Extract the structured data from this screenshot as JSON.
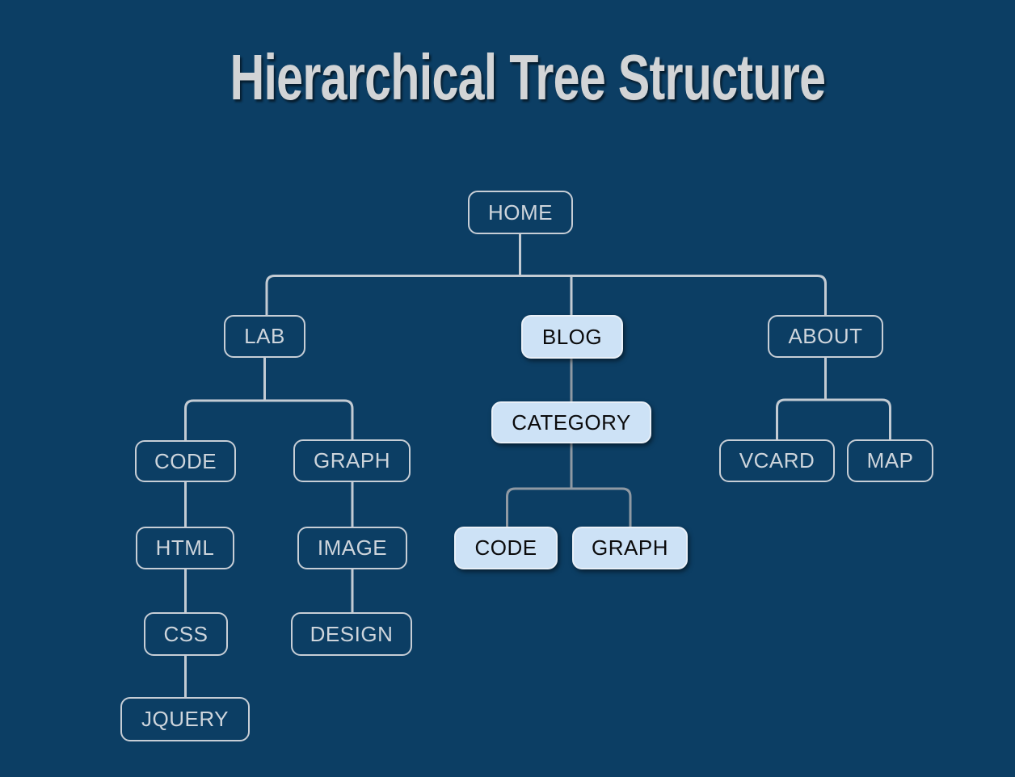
{
  "title": "Hierarchical Tree Structure",
  "colors": {
    "background": "#0c3e64",
    "title_text": "#d2d4d6",
    "node_border": "#c7ced6",
    "node_text": "#ced5dc",
    "highlight_node_fill": "#cde2f6",
    "highlight_node_text": "#0b0b0c",
    "connector": "#c3cbd3",
    "connector_highlighted_branch": "#8f99a3"
  },
  "tree": {
    "nodes": [
      {
        "label": "HOME",
        "highlighted": false
      },
      {
        "label": "LAB",
        "highlighted": false
      },
      {
        "label": "BLOG",
        "highlighted": true
      },
      {
        "label": "ABOUT",
        "highlighted": false
      },
      {
        "label": "CODE",
        "highlighted": false
      },
      {
        "label": "GRAPH",
        "highlighted": false
      },
      {
        "label": "CATEGORY",
        "highlighted": true
      },
      {
        "label": "VCARD",
        "highlighted": false
      },
      {
        "label": "MAP",
        "highlighted": false
      },
      {
        "label": "HTML",
        "highlighted": false
      },
      {
        "label": "IMAGE",
        "highlighted": false
      },
      {
        "label": "CODE",
        "highlighted": true
      },
      {
        "label": "GRAPH",
        "highlighted": true
      },
      {
        "label": "CSS",
        "highlighted": false
      },
      {
        "label": "DESIGN",
        "highlighted": false
      },
      {
        "label": "JQUERY",
        "highlighted": false
      }
    ],
    "edges": [
      [
        0,
        1
      ],
      [
        0,
        2
      ],
      [
        0,
        3
      ],
      [
        1,
        4
      ],
      [
        1,
        5
      ],
      [
        4,
        9
      ],
      [
        9,
        13
      ],
      [
        13,
        15
      ],
      [
        5,
        10
      ],
      [
        10,
        14
      ],
      [
        2,
        6
      ],
      [
        6,
        11
      ],
      [
        6,
        12
      ],
      [
        3,
        7
      ],
      [
        3,
        8
      ]
    ]
  }
}
